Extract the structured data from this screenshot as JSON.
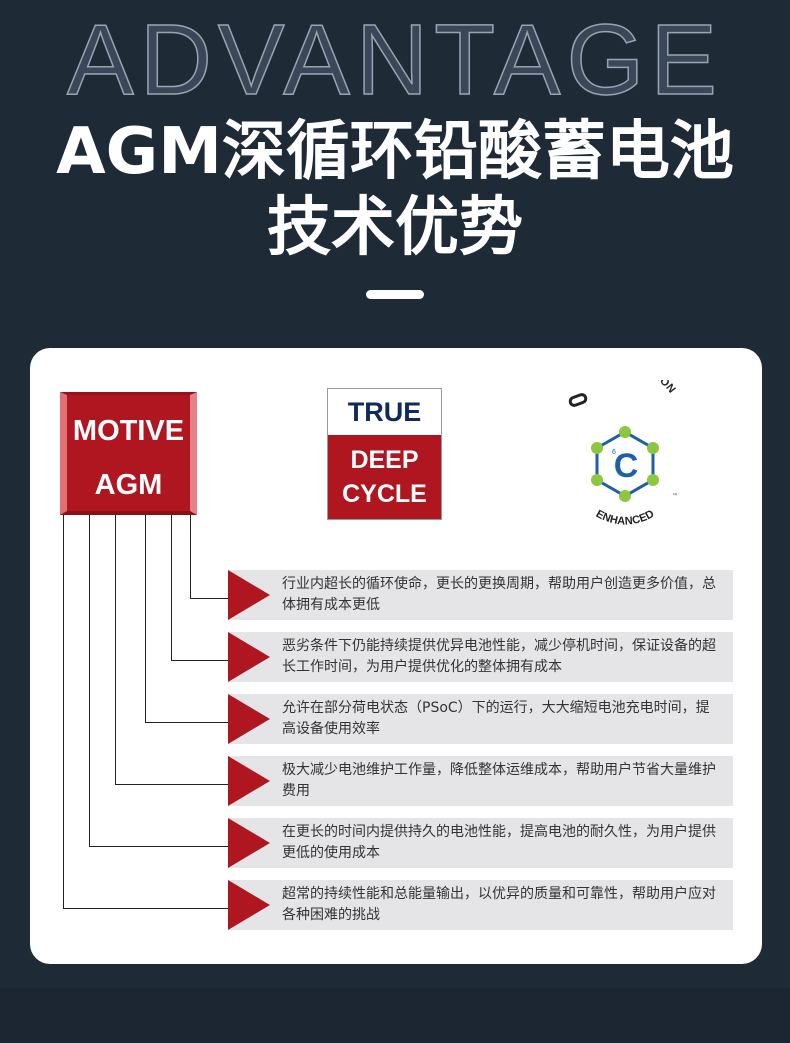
{
  "header": {
    "background_word": "ADVANTAGE",
    "title_line1": "AGM深循环铅酸蓄电池",
    "title_line2": "技术优势"
  },
  "logos": {
    "motive_agm": {
      "line1": "MOTIVE",
      "line2": "AGM"
    },
    "true_deep_cycle": {
      "line1": "TRUE",
      "line2": "DEEP",
      "line3": "CYCLE"
    },
    "nano_carbon": {
      "top": "NANO CARBON",
      "center": "C",
      "superscript": "6",
      "bottom": "ENHANCED",
      "tm": "™"
    }
  },
  "advantages": [
    "行业内超长的循环使命，更长的更换周期，帮助用户创造更多价值，总体拥有成本更低",
    "恶劣条件下仍能持续提供优异电池性能，减少停机时间，保证设备的超长工作时间，为用户提供优化的整体拥有成本",
    "允许在部分荷电状态（PSoC）下的运行，大大缩短电池充电时间，提高设备使用效率",
    "极大减少电池维护工作量，降低整体运维成本，帮助用户节省大量维护费用",
    "在更长的时间内提供持久的电池性能，提高电池的耐久性，为用户提供更低的使用成本",
    "超常的持续性能和总能量输出，以优异的质量和可靠性，帮助用户应对各种困难的挑战"
  ],
  "colors": {
    "background": "#1f2a37",
    "accent_red": "#b0161f",
    "navy": "#102a5e",
    "green": "#8dc63f",
    "blue": "#1f5fa8"
  }
}
